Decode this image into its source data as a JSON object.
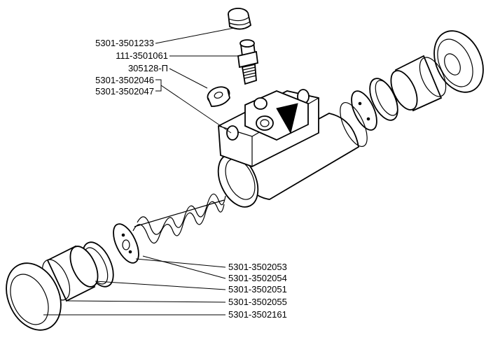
{
  "labels": {
    "bleeder_cap": "5301-3501233",
    "bleeder_screw": "111-3501061",
    "bushing": "305128-П",
    "body_a": "5301-3502046",
    "body_b": "5301-3502047",
    "spring_cup": "5301-3502053",
    "spring": "5301-3502054",
    "piston": "5301-3502051",
    "seal": "5301-3502055",
    "boot": "5301-3502161"
  }
}
